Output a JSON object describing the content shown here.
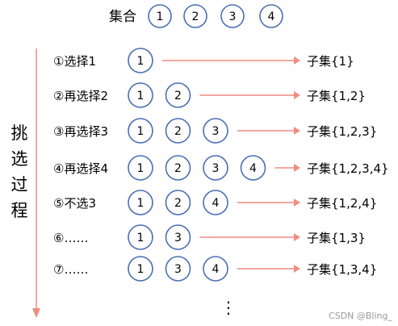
{
  "header": {
    "label": "集合",
    "elements": [
      "1",
      "2",
      "3",
      "4"
    ]
  },
  "process_label": "挑选过程",
  "rows": [
    {
      "label": "①选择1",
      "circles": [
        "1"
      ],
      "subset": "子集{1}"
    },
    {
      "label": "②再选择2",
      "circles": [
        "1",
        "2"
      ],
      "subset": "子集{1,2}"
    },
    {
      "label": "③再选择3",
      "circles": [
        "1",
        "2",
        "3"
      ],
      "subset": "子集{1,2,3}"
    },
    {
      "label": "④再选择4",
      "circles": [
        "1",
        "2",
        "3",
        "4"
      ],
      "subset": "子集{1,2,3,4}"
    },
    {
      "label": "⑤不选3",
      "circles": [
        "1",
        "2",
        "4"
      ],
      "subset": "子集{1,2,4}"
    },
    {
      "label": "⑥……",
      "circles": [
        "1",
        "3"
      ],
      "subset": "子集{1,3}"
    },
    {
      "label": "⑦……",
      "circles": [
        "1",
        "3",
        "4"
      ],
      "subset": "子集{1,3,4}"
    }
  ],
  "continuation": "⋮",
  "watermark": "CSDN @Bling_",
  "colors": {
    "circle_stroke": "#4a6fb5",
    "arrow": "#f08c80",
    "text": "#000000"
  }
}
